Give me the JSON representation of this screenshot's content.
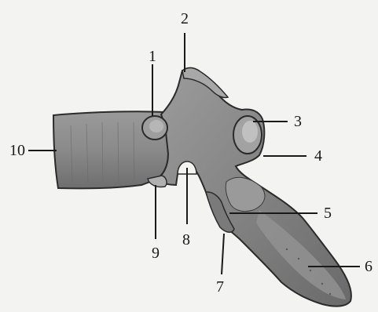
{
  "figure": {
    "labels": [
      "1",
      "2",
      "3",
      "4",
      "5",
      "6",
      "7",
      "8",
      "9",
      "10"
    ]
  },
  "colors": {
    "background": "#f3f3f1",
    "bone_fill": "#8c8c8c",
    "bone_dark": "#5a5a5a",
    "bone_light": "#b4b4b4",
    "outline": "#2b2b2b",
    "leader": "#1a1a1a"
  }
}
